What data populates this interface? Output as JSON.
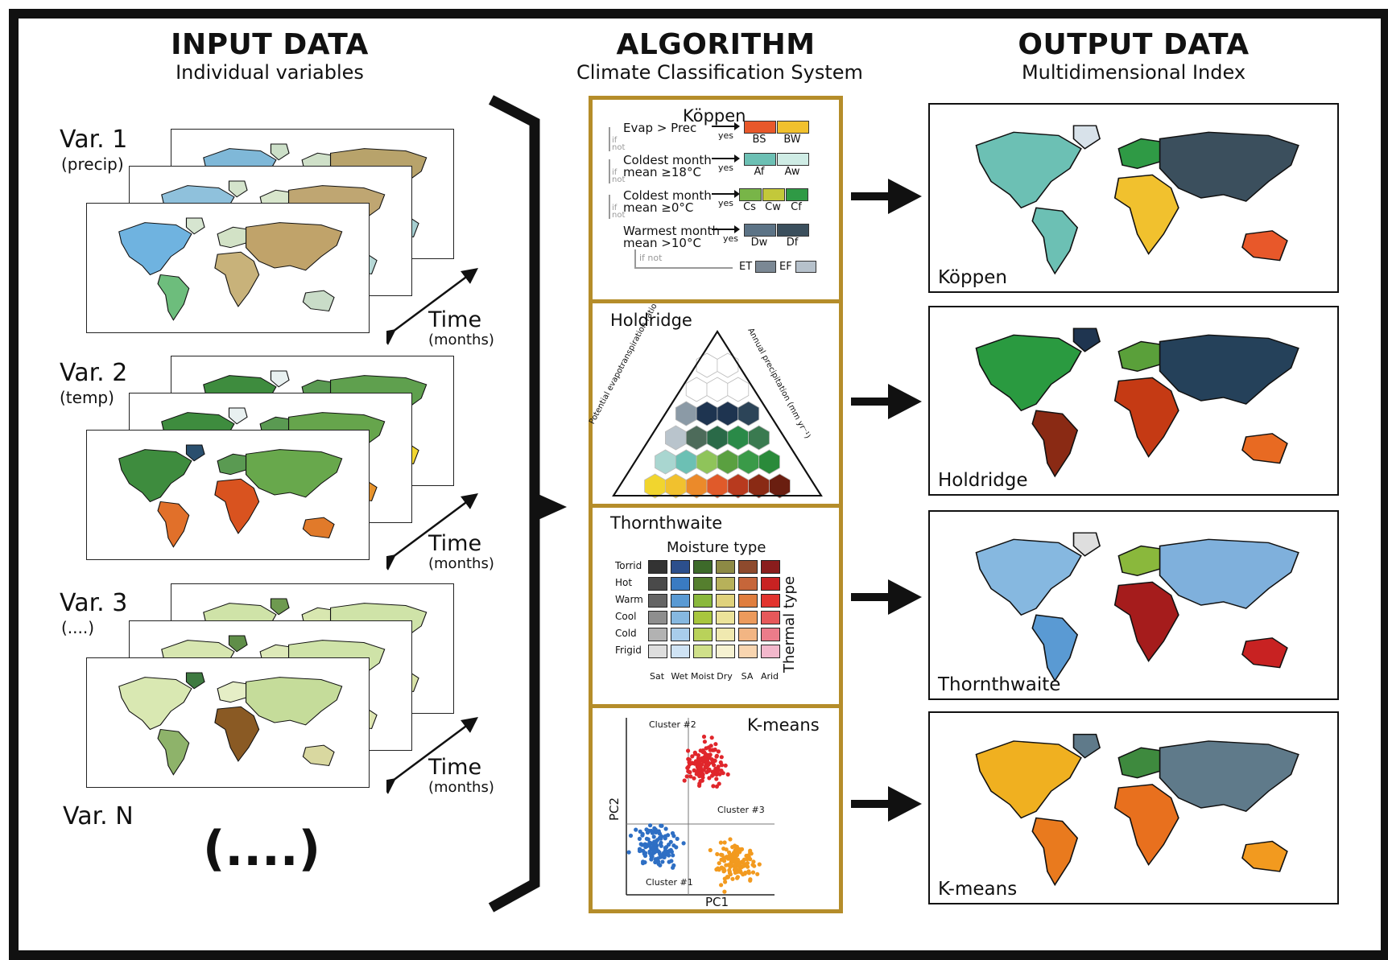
{
  "headers": {
    "input": {
      "title": "INPUT DATA",
      "subtitle": "Individual variables"
    },
    "algorithm": {
      "title": "ALGORITHM",
      "subtitle": "Climate Classification System"
    },
    "output": {
      "title": "OUTPUT DATA",
      "subtitle": "Multidimensional Index"
    }
  },
  "inputs": {
    "var1": {
      "label": "Var. 1",
      "sub": "(precip)"
    },
    "var2": {
      "label": "Var. 2",
      "sub": "(temp)"
    },
    "var3": {
      "label": "Var. 3",
      "sub": "(....)"
    },
    "varN": {
      "label": "Var. N"
    },
    "ellipsis": "(....)",
    "time": {
      "label": "Time",
      "sub": "(months)"
    }
  },
  "koppen": {
    "title": "Köppen",
    "steps": [
      {
        "text1": "Evap > Prec",
        "text2": "",
        "yes": "yes",
        "boxes": [
          {
            "code": "BS",
            "color": "#e8582a"
          },
          {
            "code": "BW",
            "color": "#f1c12e"
          }
        ]
      },
      {
        "text1": "Coldest month",
        "text2": "mean ≥18°C",
        "yes": "yes",
        "boxes": [
          {
            "code": "Af",
            "color": "#6cc0b4"
          },
          {
            "code": "Aw",
            "color": "#cfece5"
          }
        ]
      },
      {
        "text1": "Coldest month",
        "text2": "mean ≥0°C",
        "yes": "yes",
        "boxes": [
          {
            "code": "Cs",
            "color": "#78b548"
          },
          {
            "code": "Cw",
            "color": "#c3c83a"
          },
          {
            "code": "Cf",
            "color": "#2f9a45"
          }
        ]
      },
      {
        "text1": "Warmest month",
        "text2": "mean >10°C",
        "yes": "yes",
        "boxes": [
          {
            "code": "Dw",
            "color": "#5c7386"
          },
          {
            "code": "Df",
            "color": "#3b4f5d"
          }
        ]
      }
    ],
    "if_not": "if not",
    "final_if_not": "if not",
    "final": [
      {
        "code": "ET",
        "color": "#7b8894"
      },
      {
        "code": "EF",
        "color": "#b6c1cb"
      }
    ]
  },
  "holdridge": {
    "title": "Holdridge",
    "left_axis": "Potential evapotranspiration ratio",
    "right_axis": "Annual precipitation (mm yr⁻¹)"
  },
  "thornthwaite": {
    "title": "Thornthwaite",
    "moisture_title": "Moisture type",
    "thermal_title": "Thermal type",
    "rows": [
      "Torrid",
      "Hot",
      "Warm",
      "Cool",
      "Cold",
      "Frigid"
    ],
    "cols": [
      "Sat",
      "Wet",
      "Moist",
      "Dry",
      "SA",
      "Arid"
    ],
    "colors": [
      [
        "#333333",
        "#2c4f8c",
        "#3d6a2a",
        "#8d8a45",
        "#8e4a2d",
        "#8a1d1d"
      ],
      [
        "#4a4a4a",
        "#3a7bc2",
        "#557f2e",
        "#b7b15a",
        "#c6663a",
        "#c82222"
      ],
      [
        "#656565",
        "#5a9ad3",
        "#8ab83c",
        "#e0d27c",
        "#e07e3e",
        "#e2342e"
      ],
      [
        "#8e8e8e",
        "#86b8e0",
        "#a8c63e",
        "#ece39a",
        "#ec9a5c",
        "#e6585a"
      ],
      [
        "#b2b2b2",
        "#a9cdeb",
        "#b9d25a",
        "#f0e9b0",
        "#f2b583",
        "#ec7c8a"
      ],
      [
        "#dedede",
        "#cfe3f4",
        "#d0e08a",
        "#f6f2d2",
        "#f8d5b0",
        "#f3b8cc"
      ]
    ]
  },
  "kmeans": {
    "title": "K-means",
    "xlabel": "PC1",
    "ylabel": "PC2",
    "clusters": [
      {
        "name": "Cluster #1",
        "color": "#2e6fc4"
      },
      {
        "name": "Cluster #2",
        "color": "#e0262b"
      },
      {
        "name": "Cluster #3",
        "color": "#f29a1f"
      }
    ]
  },
  "outputs": [
    {
      "label": "Köppen"
    },
    {
      "label": "Holdridge"
    },
    {
      "label": "Thornthwaite"
    },
    {
      "label": "K-means"
    }
  ]
}
